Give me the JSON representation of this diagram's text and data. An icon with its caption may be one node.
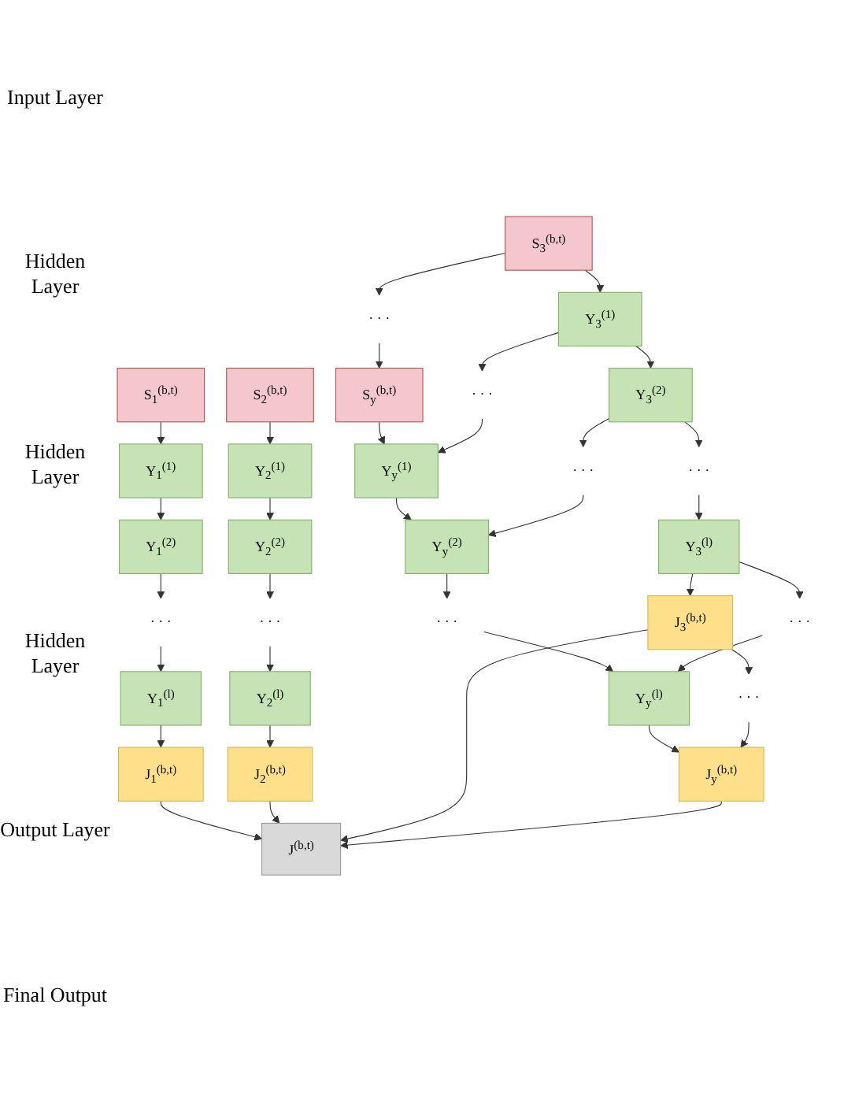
{
  "diagram": {
    "nodes": [
      {
        "text": [
          "S$_{1}$$^{(b,t)}$"
        ]
      },
      {
        "text": [
          "S$_{2}$$^{(b,t)}$"
        ]
      },
      {
        "text": [
          "S$_{3}$$^{(b,t)}$"
        ]
      },
      {
        "text": [
          "· · ·"
        ]
      },
      {
        "text": [
          "S$_{y}$$^{(b,t)}$"
        ]
      },
      {
        "text": [
          "Y$_{1}$$^{(1)}$"
        ]
      },
      {
        "text": [
          "Y$_{2}$$^{(1)}$"
        ]
      },
      {
        "text": [
          "Y$_{3}$$^{(1)}$"
        ]
      },
      {
        "text": [
          "· · ·"
        ]
      },
      {
        "text": [
          "Y$_{y}$$^{(1)}$"
        ]
      },
      {
        "text": [
          "Y$_{1}$$^{(2)}$"
        ]
      },
      {
        "text": [
          "Y$_{2}$$^{(2)}$"
        ]
      },
      {
        "text": [
          "Y$_{3}$$^{(2)}$"
        ]
      },
      {
        "text": [
          "· · ·"
        ]
      },
      {
        "text": [
          "Y$_{y}$$^{(2)}$"
        ]
      },
      {
        "text": [
          "· · ·"
        ]
      },
      {
        "text": [
          "· · ·"
        ]
      },
      {
        "text": [
          "· · ·"
        ]
      },
      {
        "text": [
          "· · ·"
        ]
      },
      {
        "text": [
          "Y$_{1}$$^{(l)}$"
        ]
      },
      {
        "text": [
          "Y$_{2}$$^{(l)}$"
        ]
      },
      {
        "text": [
          "Y$_{3}$$^{(l)}$"
        ]
      },
      {
        "text": [
          "· · ·"
        ]
      },
      {
        "text": [
          "Y$_{y}$$^{(l)}$"
        ]
      },
      {
        "text": [
          "J$_{1}$$^{(b,t)}$"
        ]
      },
      {
        "text": [
          "J$_{2}$$^{(b,t)}$"
        ]
      },
      {
        "text": [
          "J$_{3}$$^{(b,t)}$"
        ]
      },
      {
        "text": [
          "· · ·"
        ]
      },
      {
        "text": [
          "J$_{y}$$^{(b,t)}$"
        ]
      },
      {
        "text": [
          "J$^{(b,t)}$"
        ]
      }
    ],
    "edges": [
      {
        "from": 0,
        "to": 5,
        "arrow": "to"
      },
      {
        "from": 1,
        "to": 6,
        "arrow": "to"
      },
      {
        "from": 2,
        "to": 7,
        "arrow": "to"
      },
      {
        "from": 2,
        "to": 3,
        "arrow": "to"
      },
      {
        "from": 3,
        "to": 4,
        "arrow": "to"
      },
      {
        "from": 4,
        "to": 9,
        "arrow": "to"
      },
      {
        "from": 5,
        "to": 10,
        "arrow": "to"
      },
      {
        "from": 6,
        "to": 11,
        "arrow": "to"
      },
      {
        "from": 7,
        "to": 12,
        "arrow": "to"
      },
      {
        "from": 7,
        "to": 8,
        "arrow": "to"
      },
      {
        "from": 8,
        "to": 9,
        "arrow": "to"
      },
      {
        "from": 9,
        "to": 14,
        "arrow": "to"
      },
      {
        "from": 12,
        "to": 13,
        "arrow": "to"
      },
      {
        "from": 13,
        "to": 14,
        "arrow": "to"
      },
      {
        "from": 10,
        "to": 15,
        "arrow": "to"
      },
      {
        "from": 11,
        "to": 16,
        "arrow": "to"
      },
      {
        "from": 12,
        "to": 17,
        "arrow": "to"
      },
      {
        "from": 14,
        "to": 18,
        "arrow": "to"
      },
      {
        "from": 15,
        "to": 19,
        "arrow": "to"
      },
      {
        "from": 16,
        "to": 20,
        "arrow": "to"
      },
      {
        "from": 17,
        "to": 21,
        "arrow": "to"
      },
      {
        "from": 18,
        "to": 23,
        "arrow": "to"
      },
      {
        "from": 21,
        "to": 22,
        "arrow": "to"
      },
      {
        "from": 22,
        "to": 23,
        "arrow": "to"
      },
      {
        "from": 19,
        "to": 24,
        "arrow": "to"
      },
      {
        "from": 20,
        "to": 25,
        "arrow": "to"
      },
      {
        "from": 21,
        "to": 26,
        "arrow": "to"
      },
      {
        "from": 23,
        "to": 28,
        "arrow": "to"
      },
      {
        "from": 26,
        "to": 27,
        "arrow": "to"
      },
      {
        "from": 27,
        "to": 28,
        "arrow": "to"
      },
      {
        "from": 24,
        "to": 29,
        "arrow": "to"
      },
      {
        "from": 25,
        "to": 29,
        "arrow": "to"
      },
      {
        "from": 26,
        "to": 29,
        "arrow": "to"
      },
      {
        "from": 28,
        "to": 29,
        "arrow": "to"
      }
    ],
    "labels": [
      "Input Layer",
      "Hidden Layer",
      "Hidden Layer",
      "Hidden Layer",
      "Output Layer",
      "Final Output"
    ]
  }
}
